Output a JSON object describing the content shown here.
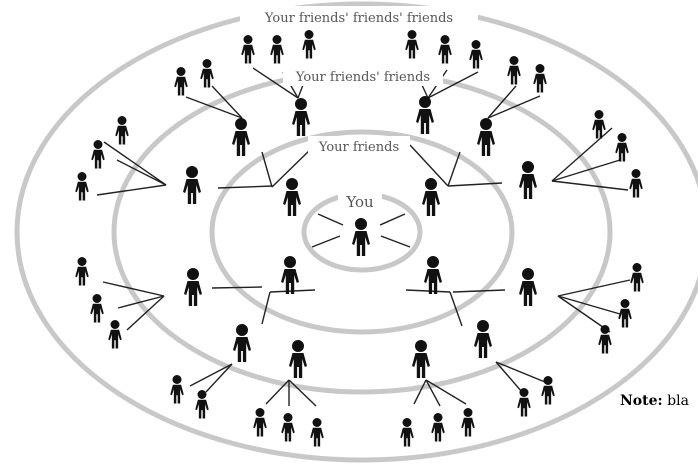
{
  "labels": {
    "center": "You",
    "ring1": "Your friends",
    "ring2": "Your friends' friends",
    "ring3": "Your friends' friends' friends"
  },
  "note": {
    "prefix": "Note:",
    "text": "bla"
  },
  "colors": {
    "ring": "#c8c8c8",
    "person": "#111111",
    "line": "#222222",
    "label": "#555555"
  }
}
